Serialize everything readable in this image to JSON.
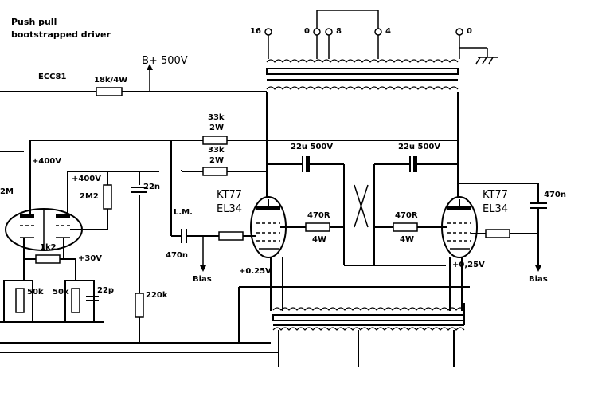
{
  "title": [
    "Push pull",
    "bootstrapped driver"
  ],
  "labels": {
    "ecc81": "ECC81",
    "r_anode_feed": "18k/4W",
    "b_plus": "B+ 500V",
    "r33k_top": "33k",
    "r33k_top_w": "2W",
    "r33k_bot": "33k",
    "r33k_bot_w": "2W",
    "v400_left": "+400V",
    "v400_right": "+400V",
    "r2m2": "2M2",
    "c22n": "22n",
    "r2m_partial": "2M",
    "r1k2": "1k2",
    "v30": "+30V",
    "r50k_a": "50k",
    "r50k_b": "50k",
    "c22p": "22p",
    "r220k": "220k",
    "lm": "L.M.",
    "c470n_left": "470n",
    "bias_left": "Bias",
    "tube_left_a": "KT77",
    "tube_left_b": "EL34",
    "r470_left": "470R",
    "r470_left_w": "4W",
    "v025_left": "+0.25V",
    "cap_boot_left": "22u 500V",
    "cap_boot_right": "22u 500V",
    "r470_right": "470R",
    "r470_right_w": "4W",
    "tube_right_a": "KT77",
    "tube_right_b": "EL34",
    "v025_right": "+0,25V",
    "c470n_right": "470n",
    "bias_right": "Bias",
    "tap_16": "16",
    "tap_0a": "0",
    "tap_8": "8",
    "tap_4": "4",
    "tap_0b": "0"
  }
}
